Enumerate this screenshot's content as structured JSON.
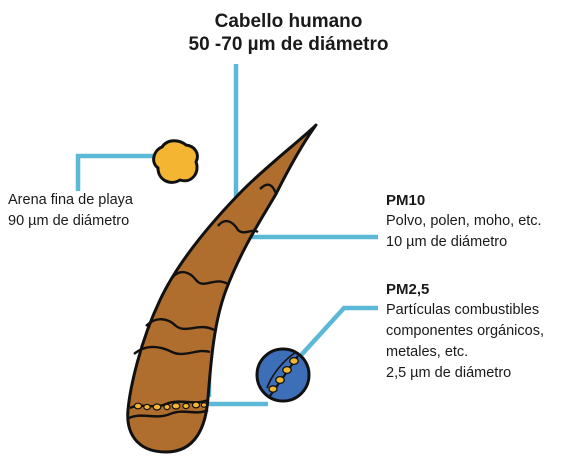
{
  "title": {
    "line1": "Cabello humano",
    "line2": "50 -70 µm de diámetro"
  },
  "sand": {
    "line1": "Arena fina de playa",
    "line2": "90 µm de diámetro"
  },
  "pm10": {
    "heading": "PM10",
    "line1": "Polvo, polen, moho, etc.",
    "line2": "10 µm de diámetro"
  },
  "pm25": {
    "heading": "PM2,5",
    "line1": "Partículas combustibles",
    "line2": "componentes orgánicos,",
    "line3": "metales, etc.",
    "line4": "2,5 µm de diámetro"
  },
  "colors": {
    "leader_line": "#5bb8d6",
    "hair_fill": "#b06e2e",
    "hair_outline": "#111111",
    "sand_fill": "#f4b533",
    "pm25_circle": "#3d6fb8",
    "pm10_particles": "#f4b533"
  }
}
